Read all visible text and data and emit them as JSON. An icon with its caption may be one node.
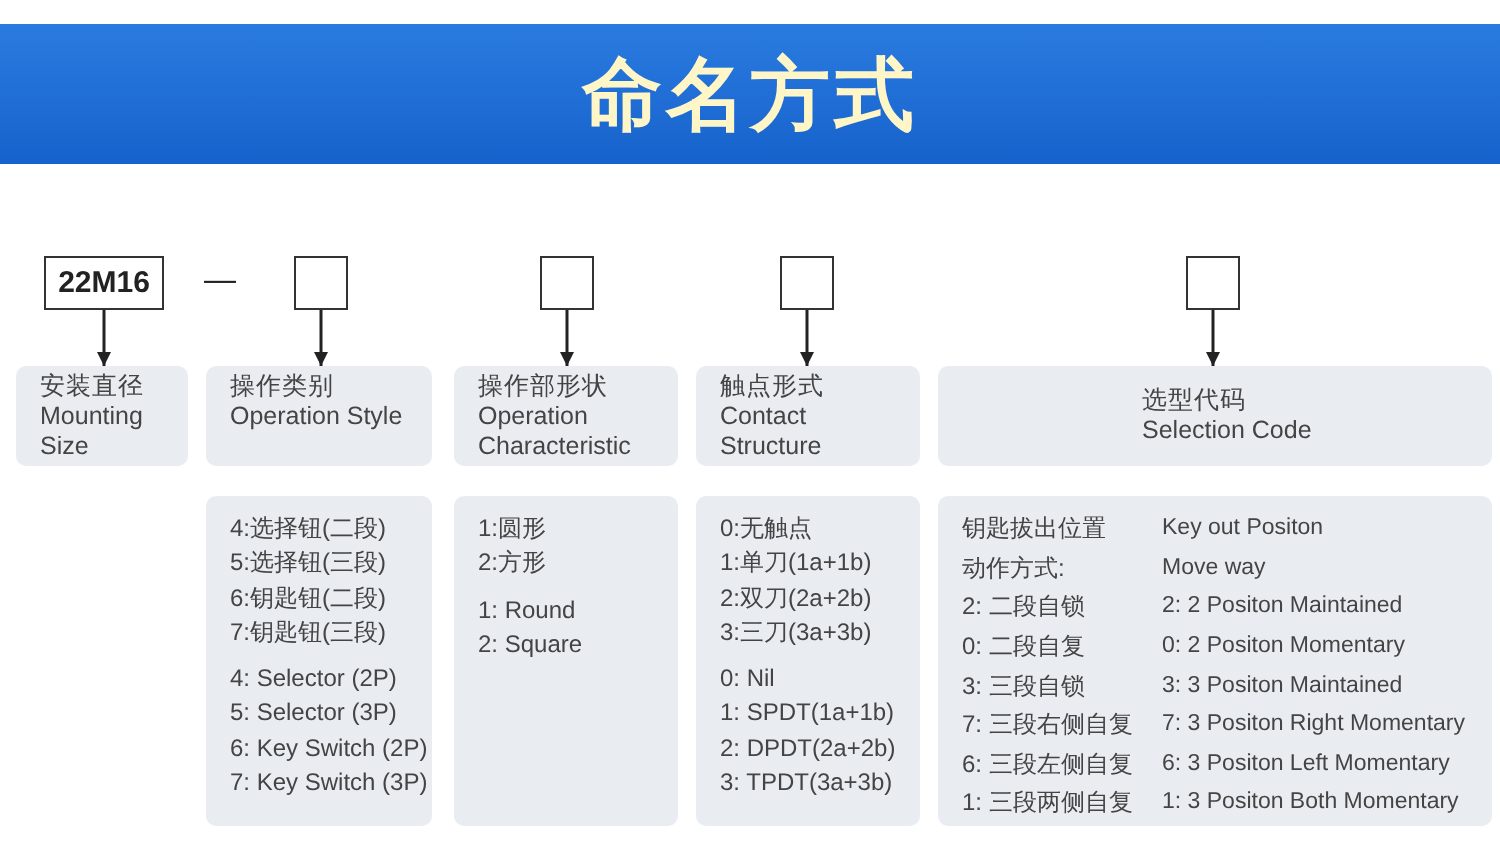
{
  "diagram": {
    "title": "命名方式",
    "nodes": [
      {
        "text": [
          "22M16"
        ]
      },
      {
        "text": [],
        "shape": "box"
      },
      {
        "text": [],
        "shape": "box"
      },
      {
        "text": [],
        "shape": "box"
      },
      {
        "text": [],
        "shape": "box"
      },
      {
        "text": [
          "安装直径",
          "Mounting Size"
        ]
      },
      {
        "text": [
          "操作类别",
          "Operation Style"
        ]
      },
      {
        "text": [
          "操作部形状",
          "Operation Characteristic"
        ]
      },
      {
        "text": [
          "触点形式",
          "Contact Structure"
        ]
      },
      {
        "text": [
          "选型代码",
          "Selection Code"
        ]
      },
      {
        "text": [
          "4:选择钮(二段)",
          "5:选择钮(三段)",
          "6:钥匙钮(二段)",
          "7:钥匙钮(三段)",
          "4: Selector (2P)",
          "5: Selector (3P)",
          "6: Key Switch (2P)",
          "7: Key Switch (3P)"
        ]
      },
      {
        "text": [
          "1:圆形",
          "2:方形",
          "1: Round",
          "2: Square"
        ]
      },
      {
        "text": [
          "0:无触点",
          "1:单刀(1a+1b)",
          "2:双刀(2a+2b)",
          "3:三刀(3a+3b)",
          "0: Nil",
          "1: SPDT(1a+1b)",
          "2: DPDT(2a+2b)",
          "3: TPDT(3a+3b)"
        ]
      },
      {
        "text": [
          "钥匙拔出位置",
          "Key out Positon",
          "动作方式:",
          "Move way",
          "2: 二段自锁",
          "2: 2 Positon Maintained",
          "0: 二段自复",
          "0: 2 Positon Momentary",
          "3: 三段自锁",
          "3: 3 Positon Maintained",
          "7: 三段右侧自复",
          "7: 3 Positon Right Momentary",
          "6: 三段左侧自复",
          "6: 3 Positon Left Momentary",
          "1: 三段两侧自复",
          "1: 3 Positon Both Momentary"
        ]
      }
    ],
    "edges": [
      {
        "from": 0,
        "to": 5,
        "arrow": "to"
      },
      {
        "from": 1,
        "to": 6,
        "arrow": "to"
      },
      {
        "from": 2,
        "to": 7,
        "arrow": "to"
      },
      {
        "from": 3,
        "to": 8,
        "arrow": "to"
      },
      {
        "from": 4,
        "to": 9,
        "arrow": "to"
      }
    ],
    "labels": [
      "—"
    ]
  }
}
